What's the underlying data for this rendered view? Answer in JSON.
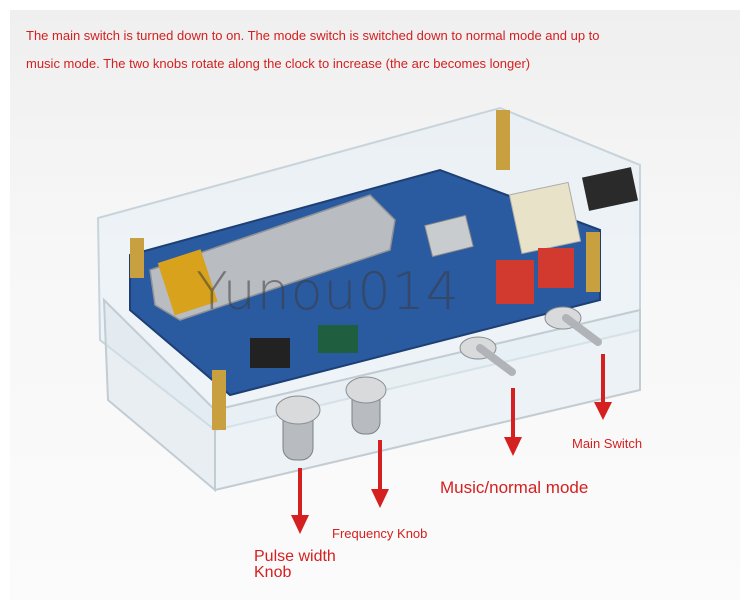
{
  "instructions": {
    "line1": "The main switch is turned down to on. The mode switch is switched down to normal mode and up to",
    "line2": "music mode. The two knobs rotate along the clock to increase (the arc becomes longer)"
  },
  "watermark": "Yunou014",
  "labels": {
    "main_switch": "Main Switch",
    "music_normal_mode": "Music/normal mode",
    "frequency_knob": "Frequency Knob",
    "pulse_width_knob_line1": "Pulse width",
    "pulse_width_knob_line2": "Knob"
  },
  "colors": {
    "annotation_red": "#d42020",
    "pcb_blue": "#2a5aa0"
  }
}
